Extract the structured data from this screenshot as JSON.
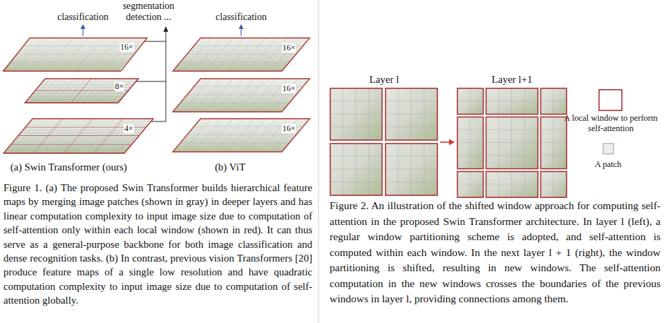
{
  "diagram": {
    "caption": "Figure 1. (a) The proposed Swin Transformer builds hierarchical feature maps by merging image patches (shown in gray) in deeper layers and has linear computation complexity to input image size due to computation of self-attention only within each local window (shown in red). It can thus serve as a general-purpose backbone for both image classification and dense recognition tasks. (b) In contrast, previous vision Transformers [20] produce feature maps of a single low resolution and have quadratic computation complexity to input image size due to computation of self-attention globally.",
    "nodes": [
      {
        "text": [
          "16×"
        ]
      },
      {
        "text": [
          "8×"
        ]
      },
      {
        "text": [
          "4×"
        ]
      },
      {
        "text": [
          "16×"
        ]
      },
      {
        "text": [
          "16×"
        ]
      },
      {
        "text": [
          "16×"
        ]
      }
    ],
    "labels": [
      "segmentation detection ...",
      "classification",
      "classification",
      "(a) Swin Transformer (ours)",
      "(b) ViT",
      "Layer l",
      "Layer l+1",
      "Figure 2. An illustration of the shifted window approach for computing self-attention in the proposed Swin Transformer architecture. In layer l (left), a regular window partitioning scheme is adopted, and self-attention is computed within each window. In the next layer l + 1 (right), the window partitioning is shifted, resulting in new windows. The self-attention computation in the new windows crosses the boundaries of the previous windows in layer l, providing connections among them."
    ],
    "legend": [
      {
        "text": "A local window to perform self-attention"
      },
      {
        "text": "A patch"
      }
    ]
  }
}
